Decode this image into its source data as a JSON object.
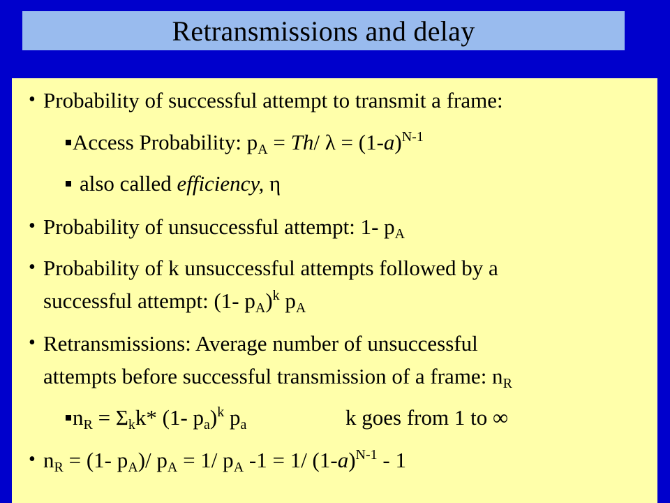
{
  "title": "Retransmissions and delay",
  "lines": {
    "l1": "Probability of successful attempt to transmit a frame:",
    "l2a": "Access Probability: p",
    "l2b": "A",
    "l2c": " = ",
    "l2d": "Th",
    "l2e": "/ λ = (1-",
    "l2f": "a",
    "l2g": ")",
    "l2h": "N-1",
    "l3a": "also called ",
    "l3b": "efficiency,",
    "l3c": " η",
    "l4a": "Probability of unsuccessful attempt: 1- p",
    "l4b": "A",
    "l5": "Probability of k unsuccessful attempts followed by a",
    "l6a": "successful attempt: (1- p",
    "l6b": "A",
    "l6c": ")",
    "l6d": "k",
    "l6e": " p",
    "l6f": "A",
    "l7": "Retransmissions: Average number of unsuccessful",
    "l8a": "attempts before successful transmission of a frame: n",
    "l8b": "R",
    "l9a": "n",
    "l9b": "R",
    "l9c": " = Σ",
    "l9d": "k",
    "l9e": "k* (1- p",
    "l9f": "a",
    "l9g": ")",
    "l9h": "k",
    "l9i": " p",
    "l9j": "a",
    "l9k": "k goes from 1 to ∞",
    "l10a": "n",
    "l10b": "R",
    "l10c": " = (1- p",
    "l10d": "A",
    "l10e": ")/ p",
    "l10f": "A",
    "l10g": " = 1/ p",
    "l10h": "A",
    "l10i": " -1 = 1/ (1-",
    "l10j": "a",
    "l10k": ")",
    "l10l": "N-1",
    "l10m": " - 1"
  }
}
